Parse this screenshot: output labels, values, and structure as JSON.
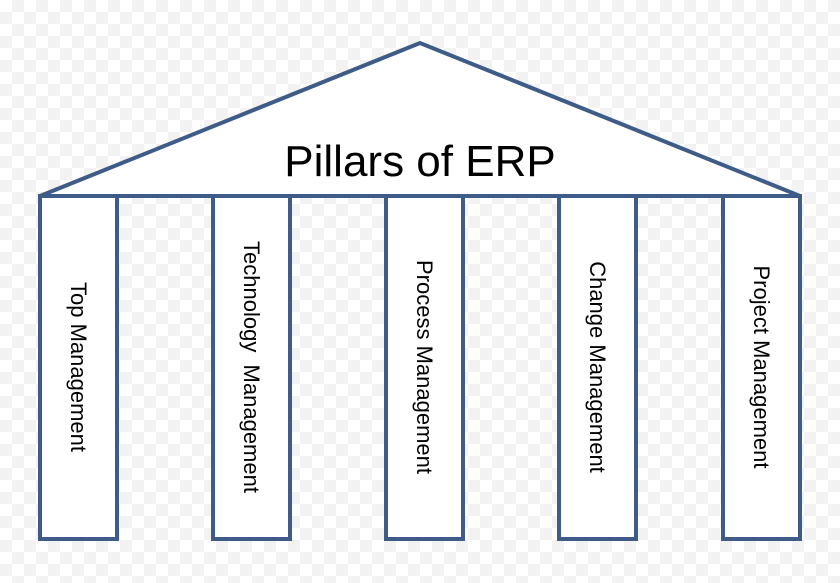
{
  "title": "Pillars of ERP",
  "pillars": [
    {
      "label": "Top Management"
    },
    {
      "label": "Technology  Management"
    },
    {
      "label": "Process Management"
    },
    {
      "label": "Change Management"
    },
    {
      "label": "Project Management"
    }
  ],
  "colors": {
    "stroke": "#3f5b87",
    "fill": "#ffffff",
    "text": "#000000"
  }
}
